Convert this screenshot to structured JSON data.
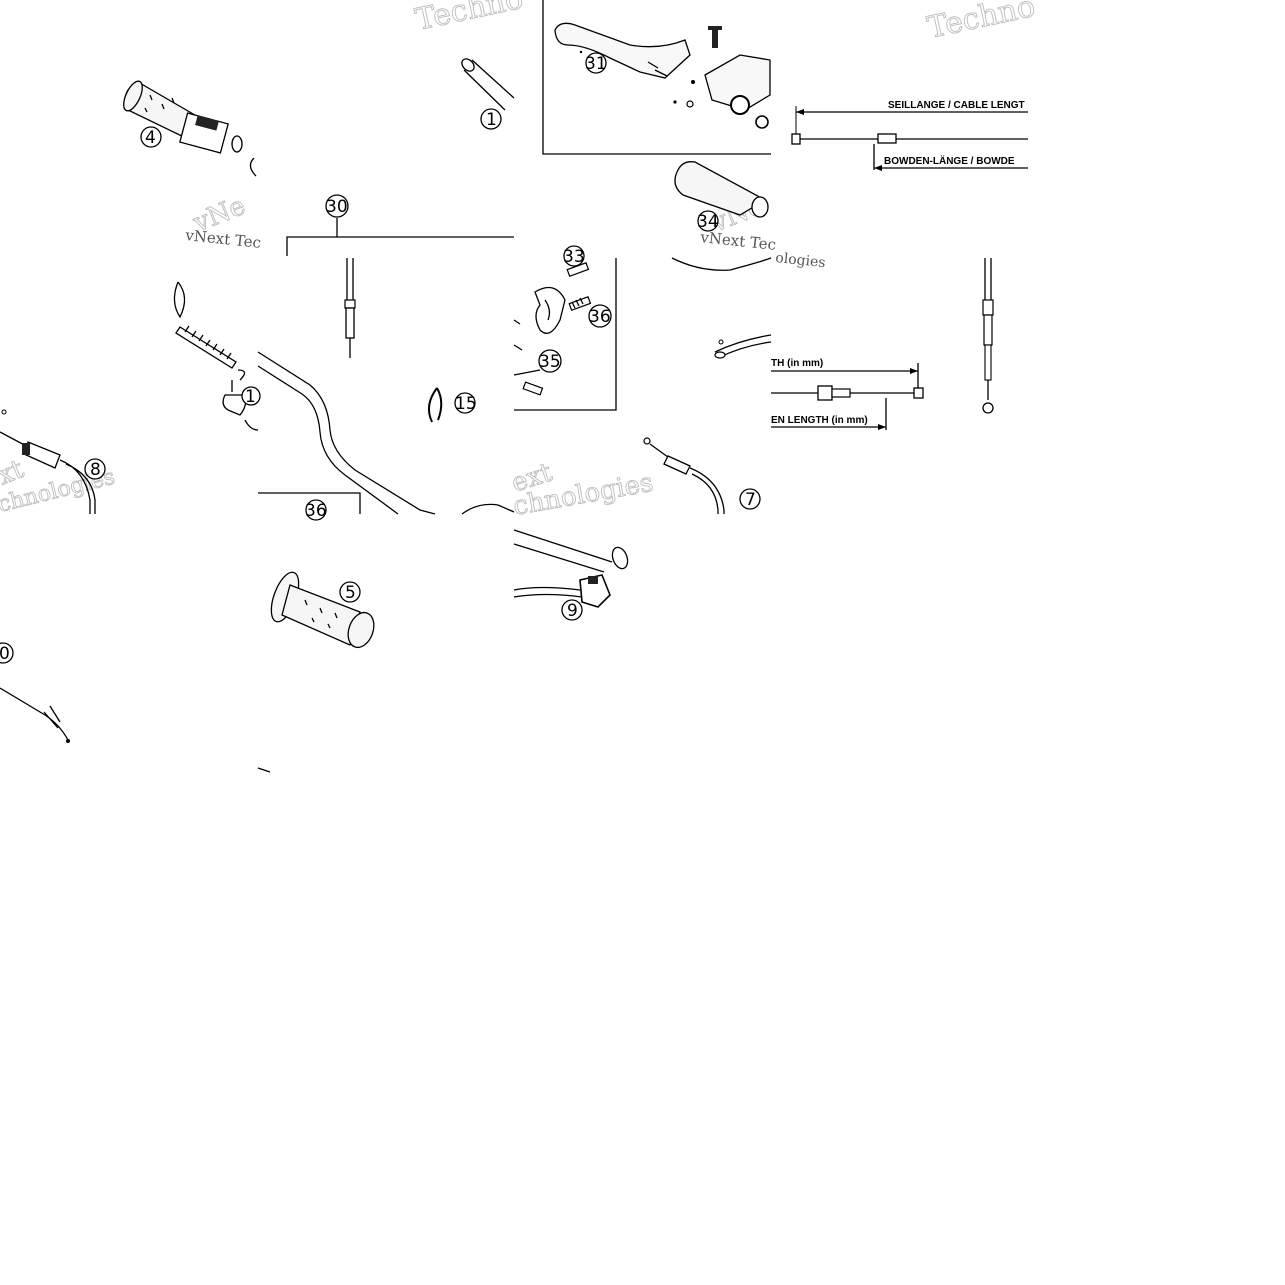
{
  "callouts": {
    "c1": "1",
    "c4": "4",
    "c5": "5",
    "c7": "7",
    "c8": "8",
    "c9": "9",
    "c10": "0",
    "c13": "1",
    "c15": "15",
    "c30": "30",
    "c31": "31",
    "c33": "33",
    "c34": "34",
    "c35": "35",
    "c36": "36",
    "c36b": "36"
  },
  "labels": {
    "cable_length_top": "SEILLANGE / CABLE LENGT",
    "bowden_length_top": "BOWDEN-LÄNGE / BOWDE",
    "cable_length_mid": "TH   (in mm)",
    "bowden_length_mid": "EN LENGTH   (in mm)"
  },
  "watermarks": {
    "brand_a": "Techno",
    "brand_b": "Techno",
    "brand_c": "vNext Tec",
    "brand_d": "vNext Tec",
    "brand_e": "ologies",
    "brand_f": "vNe",
    "brand_g": "ext",
    "brand_h": "chnologies",
    "brand_i": "xt",
    "brand_j": "chnologies",
    "brand_k": "vNe"
  }
}
